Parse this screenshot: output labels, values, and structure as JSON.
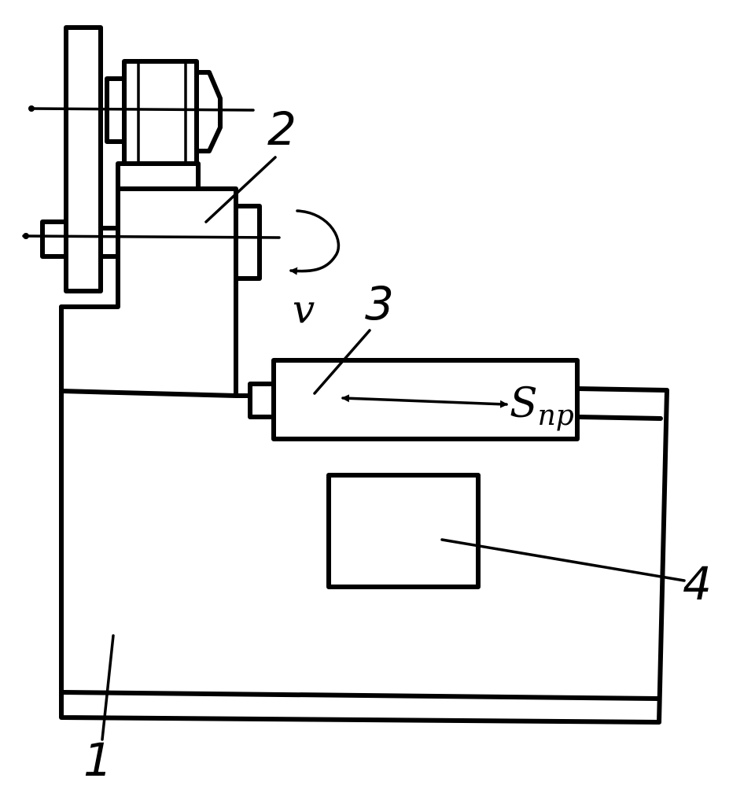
{
  "labels": {
    "bed": "1",
    "headstock": "2",
    "table": "3",
    "control_box": "4",
    "rotation_speed": "v",
    "feed_main": "S",
    "feed_sub": "пр"
  }
}
